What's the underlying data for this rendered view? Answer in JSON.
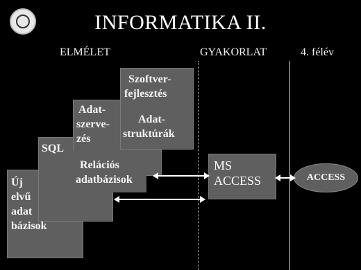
{
  "title": "INFORMATIKA II.",
  "headers": {
    "elmelet": "ELMÉLET",
    "gyakorlat": "GYAKORLAT",
    "felev": "4. félév"
  },
  "boxes": {
    "uj": [
      "Új",
      "elvű",
      "adat",
      "bázisok"
    ],
    "sql": "SQL",
    "adatszerv": [
      "Adat-",
      "szerve-",
      "zés"
    ],
    "relaciok": [
      "Relációs",
      "adatbázisok"
    ],
    "szoftver": [
      "Szoftver-",
      "fejlesztés"
    ],
    "adatstrukt": [
      "Adat-",
      "struktúrák"
    ],
    "ms": [
      "MS",
      "ACCESS"
    ],
    "access": "ACCESS"
  }
}
